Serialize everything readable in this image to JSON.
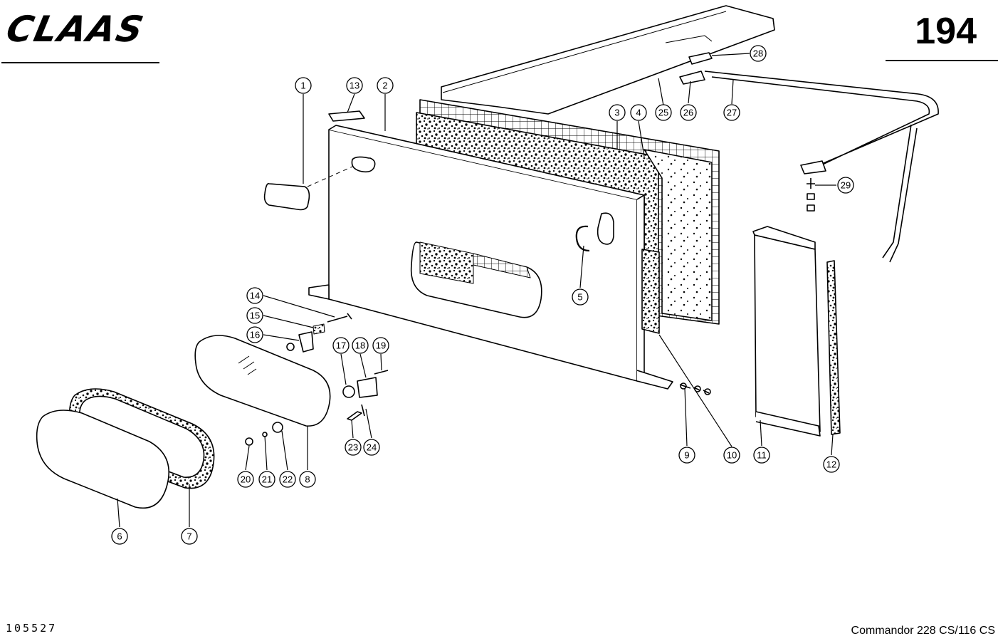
{
  "header": {
    "brand": "CLAAS",
    "page_number": "194"
  },
  "footer": {
    "document_number": "105527",
    "model": "Commandor 228 CS/116 CS"
  },
  "callouts": [
    "1",
    "2",
    "3",
    "4",
    "5",
    "6",
    "7",
    "8",
    "9",
    "10",
    "11",
    "12",
    "13",
    "14",
    "15",
    "16",
    "17",
    "18",
    "19",
    "20",
    "21",
    "22",
    "23",
    "24",
    "25",
    "26",
    "27",
    "28",
    "29"
  ]
}
